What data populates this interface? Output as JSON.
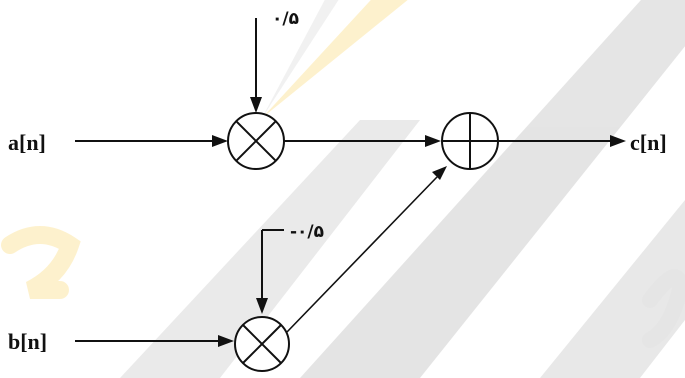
{
  "diagram": {
    "inputs": {
      "a": "a[n]",
      "b": "b[n]"
    },
    "output": "c[n]",
    "coefficients": {
      "top": "۰/۵",
      "bottom": "-۰/۵"
    },
    "nodes": {
      "multiplier_top": "multiplier",
      "multiplier_bottom": "multiplier",
      "adder": "adder"
    }
  },
  "colors": {
    "ink": "#111111",
    "background": "#ffffff",
    "watermark_gray": "#d4d4d4",
    "watermark_gold": "#fde7a6"
  }
}
